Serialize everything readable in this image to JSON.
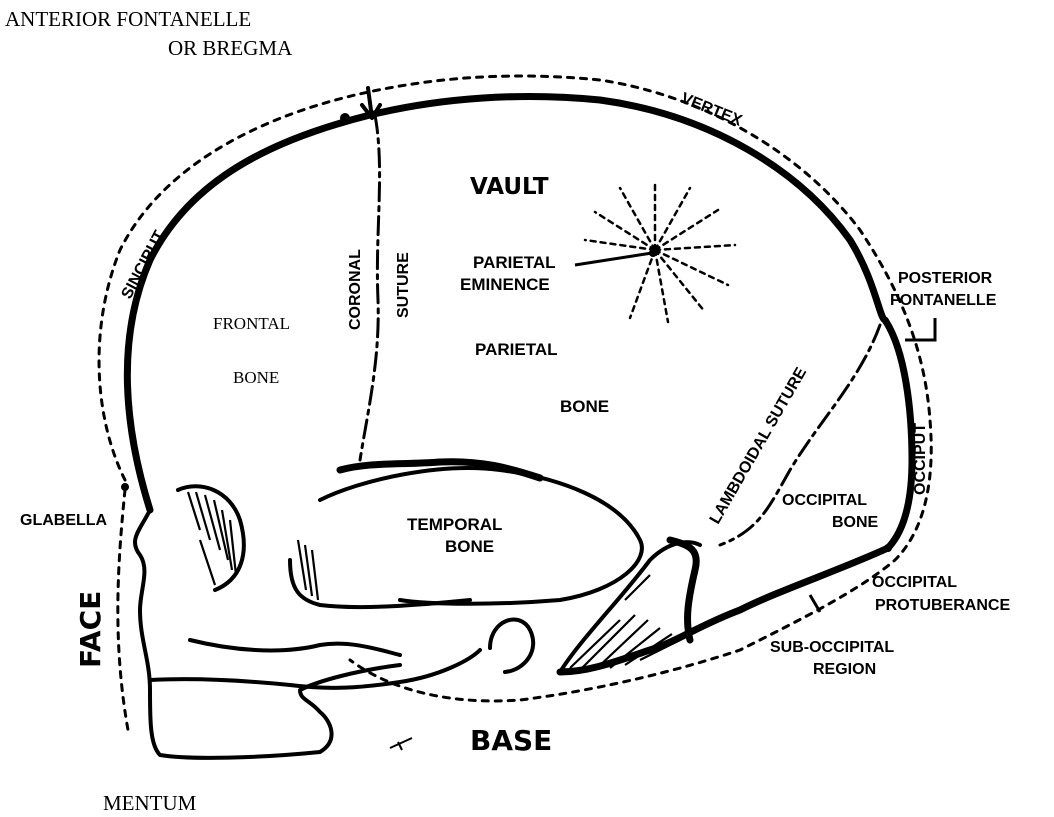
{
  "labels": {
    "anterior_fontanelle_1": "ANTERIOR FONTANELLE",
    "anterior_fontanelle_2": "OR BREGMA",
    "vertex": "VERTEX",
    "vault": "VAULT",
    "sinciput": "SINCIPUT",
    "coronal": "CORONAL",
    "suture": "SUTURE",
    "parietal_eminence_1": "PARIETAL",
    "parietal_eminence_2": "EMINENCE",
    "posterior_fontanelle_1": "POSTERIOR",
    "posterior_fontanelle_2": "FONTANELLE",
    "frontal": "FRONTAL",
    "frontal_bone": "BONE",
    "parietal": "PARIETAL",
    "parietal_bone": "BONE",
    "lambdoidal_suture": "LAMBDOIDAL SUTURE",
    "occiput": "OCCIPUT",
    "glabella": "GLABELLA",
    "temporal_1": "TEMPORAL",
    "temporal_2": "BONE",
    "occipital_1": "OCCIPITAL",
    "occipital_2": "BONE",
    "face": "FACE",
    "occipital_protuberance_1": "OCCIPITAL",
    "occipital_protuberance_2": "PROTUBERANCE",
    "sub_occipital_1": "SUB-OCCIPITAL",
    "sub_occipital_2": "REGION",
    "base": "BASE",
    "mentum": "MENTUM"
  }
}
